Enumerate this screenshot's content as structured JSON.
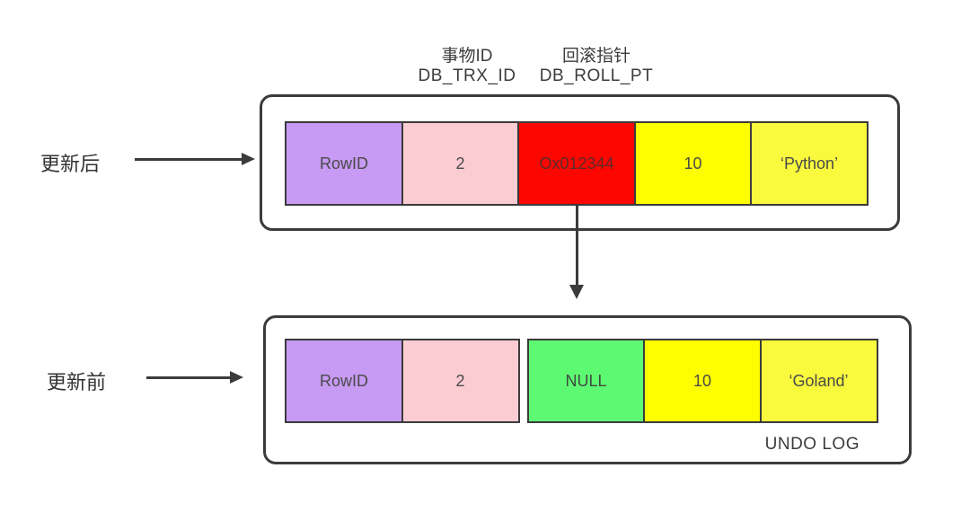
{
  "diagram": {
    "column_labels": {
      "trx_id": {
        "cn": "事物ID",
        "en": "DB_TRX_ID"
      },
      "roll_pt": {
        "cn": "回滚指针",
        "en": "DB_ROLL_PT"
      }
    },
    "row_after": {
      "side_label": "更新后",
      "cells": [
        {
          "label": "RowID",
          "bg": "#C79AF3",
          "fg": "#4a4a4a"
        },
        {
          "label": "2",
          "bg": "#FBCCD2",
          "fg": "#4a4a4a"
        },
        {
          "label": "Ox012344",
          "bg": "#FB0600",
          "fg": "#5b2b2b"
        },
        {
          "label": "10",
          "bg": "#FEFE00",
          "fg": "#4a4a4a"
        },
        {
          "label": "‘Python’",
          "bg": "#F9F93E",
          "fg": "#4a4a4a"
        }
      ]
    },
    "row_before": {
      "side_label": "更新前",
      "tag": "UNDO LOG",
      "cells": [
        {
          "label": "RowID",
          "bg": "#C79AF3",
          "fg": "#4a4a4a"
        },
        {
          "label": "2",
          "bg": "#FBCCD2",
          "fg": "#4a4a4a"
        },
        {
          "label": "NULL",
          "bg": "#5EF973",
          "fg": "#3e4a3e"
        },
        {
          "label": "10",
          "bg": "#FEFE00",
          "fg": "#4a4a4a"
        },
        {
          "label": "‘Goland’",
          "bg": "#F9F93E",
          "fg": "#4a4a4a"
        }
      ]
    },
    "stroke_color": "#3B3B3B"
  }
}
